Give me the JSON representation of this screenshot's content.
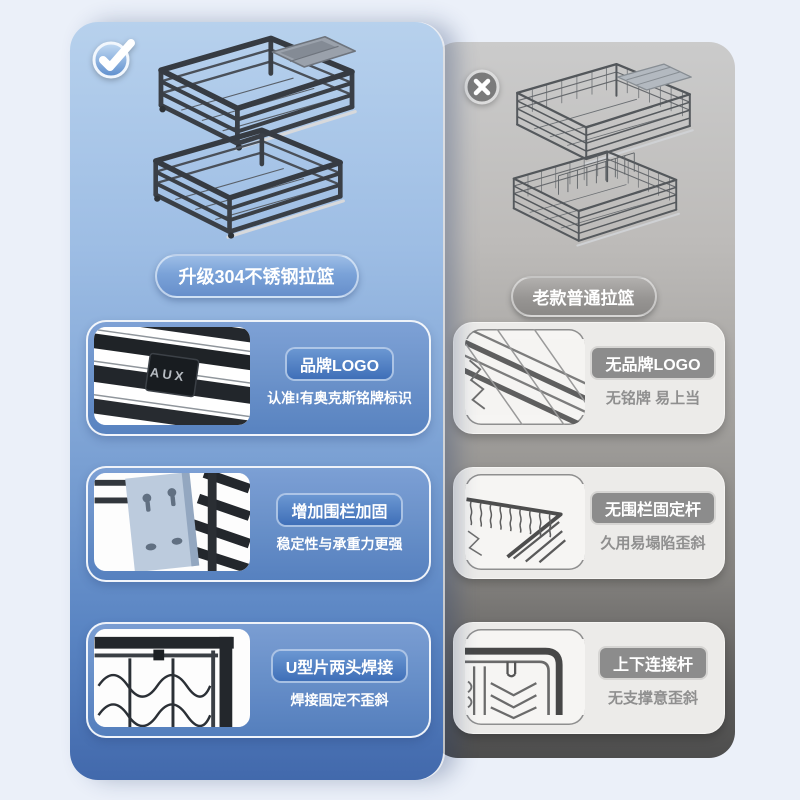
{
  "left_panel": {
    "title_badge": "升级304不锈钢拉篮",
    "logo_plate_text": "AUX",
    "features": [
      {
        "badge": "品牌LOGO",
        "desc": "认准!有奥克斯铭牌标识"
      },
      {
        "badge": "增加围栏加固",
        "desc": "稳定性与承重力更强"
      },
      {
        "badge": "U型片两头焊接",
        "desc": "焊接固定不歪斜"
      }
    ],
    "colors": {
      "panel_top": "#b7d1ed",
      "panel_bottom": "#4269ac",
      "badge": "#4a79bd"
    }
  },
  "right_panel": {
    "title_badge": "老款普通拉篮",
    "features": [
      {
        "badge": "无品牌LOGO",
        "desc": "无铭牌 易上当"
      },
      {
        "badge": "无围栏固定杆",
        "desc": "久用易塌陷歪斜"
      },
      {
        "badge": "上下连接杆",
        "desc": "无支撑意歪斜"
      }
    ],
    "colors": {
      "panel_top": "#cbcbcb",
      "panel_bottom": "#4d4d4d",
      "badge": "#8c8c8c"
    }
  }
}
